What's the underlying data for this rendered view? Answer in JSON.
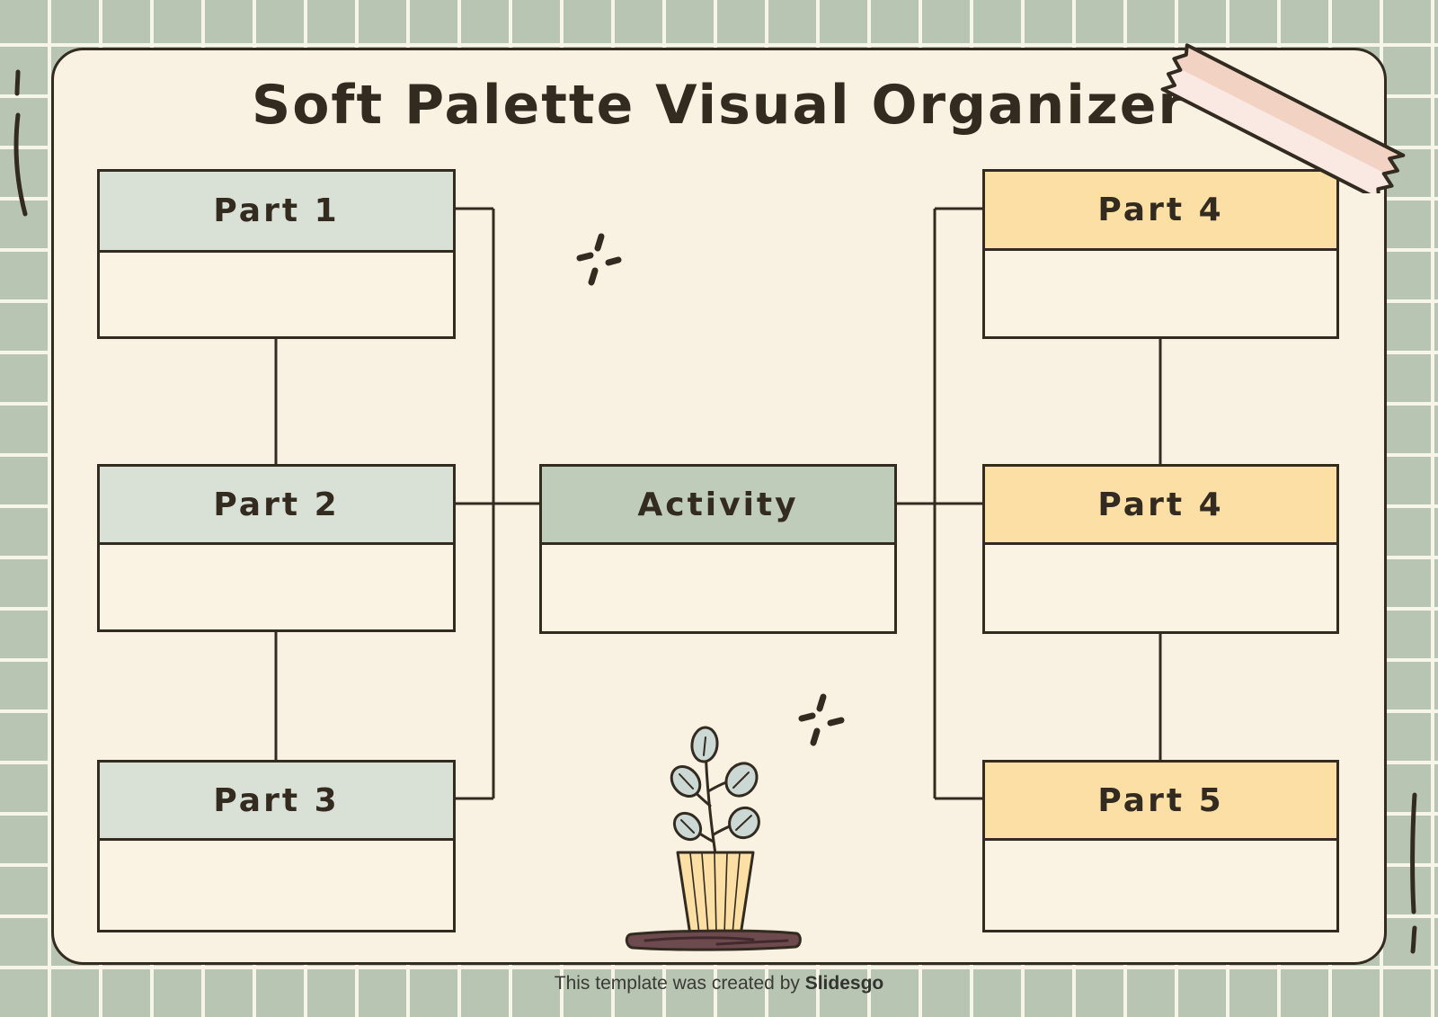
{
  "title": "Soft Palette Visual Organizer",
  "boxes": {
    "part1": {
      "label": "Part 1"
    },
    "part2": {
      "label": "Part 2"
    },
    "part3": {
      "label": "Part 3"
    },
    "activity": {
      "label": "Activity"
    },
    "part4_top": {
      "label": "Part 4"
    },
    "part4_mid": {
      "label": "Part 4"
    },
    "part5": {
      "label": "Part 5"
    }
  },
  "footer": {
    "prefix": "This template was created by ",
    "brand": "Slidesgo"
  },
  "colors": {
    "background": "#b9c5b3",
    "grid_line": "#f7f4e8",
    "card": "#f9f2e2",
    "body": "#faf3e3",
    "ink": "#332a20",
    "header_left": "#d9e0d6",
    "header_activity": "#bfccba",
    "header_right": "#fbdfa5",
    "tape_dark": "#f2d3c3",
    "tape_light": "#f9e9e2",
    "leaf": "#ccd8d3",
    "pot": "#fbdfa5",
    "plank": "#6d4a4e"
  },
  "icons": {
    "tape": "washi-tape-icon",
    "plant": "potted-plant-icon",
    "sparkle": "sparkle-icon",
    "scribble": "hand-drawn-dash-icon"
  }
}
